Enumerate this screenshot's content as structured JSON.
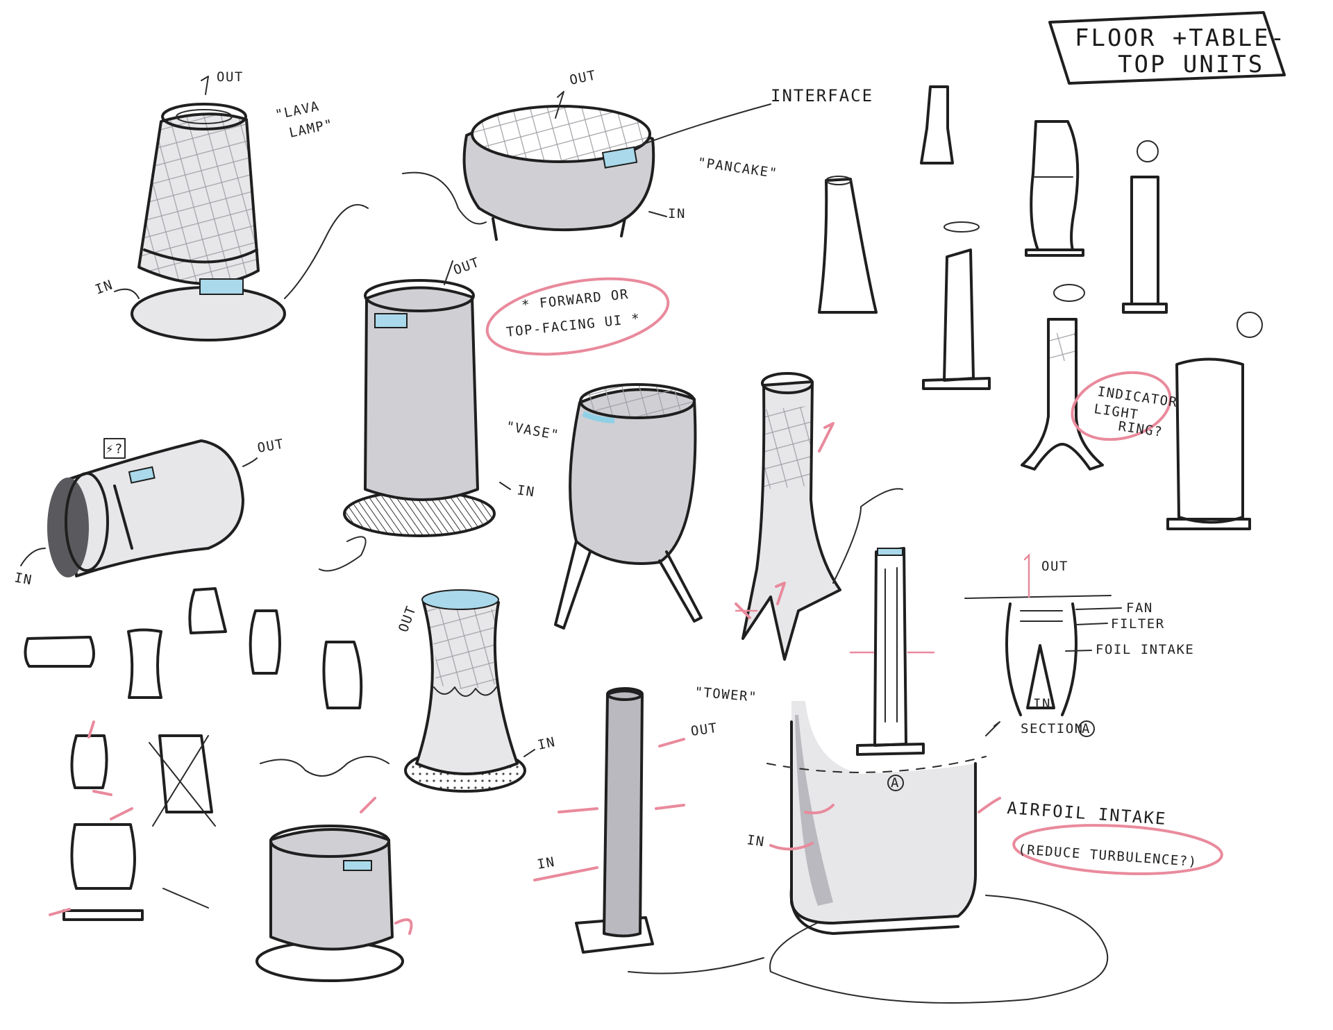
{
  "title_box": {
    "line1": "FLOOR +TABLE-",
    "line2": "TOP UNITS"
  },
  "labels": {
    "lava_out": "OUT",
    "lava_name": "\"LAVA",
    "lava_name2": "LAMP\"",
    "lava_in": "IN",
    "pancake_out": "OUT",
    "interface": "INTERFACE",
    "pancake_name": "\"PANCAKE\"",
    "pancake_in": "IN",
    "tall_out": "OUT",
    "note_line1": "* FORWARD OR",
    "note_line2": "TOP-FACING UI *",
    "vase_name": "\"VASE\"",
    "vase_in": "IN",
    "side_out": "OUT",
    "side_in": "IN",
    "side_icon": "⚡?",
    "indicator1": "INDICATOR",
    "indicator2": "LIGHT",
    "indicator3": "RING?",
    "hour_out": "OUT",
    "hour_in": "IN",
    "tower_name": "\"TOWER\"",
    "tower_out": "OUT",
    "tower_in": "IN",
    "section_out": "OUT",
    "section_fan": "FAN",
    "section_filter": "FILTER",
    "section_foil": "FOIL INTAKE",
    "section_in": "IN",
    "section_tag": "SECTION",
    "section_letter": "A",
    "section_marker": "A",
    "big_in": "IN",
    "airfoil_line1": "AIRFOIL INTAKE",
    "airfoil_line2": "(REDUCE TURBULENCE?)"
  },
  "colors": {
    "ink": "#1f1f1f",
    "accent_pink": "#e98a9c",
    "ui_blue": "#a9d9ea",
    "shade": "#cfcfd4"
  }
}
